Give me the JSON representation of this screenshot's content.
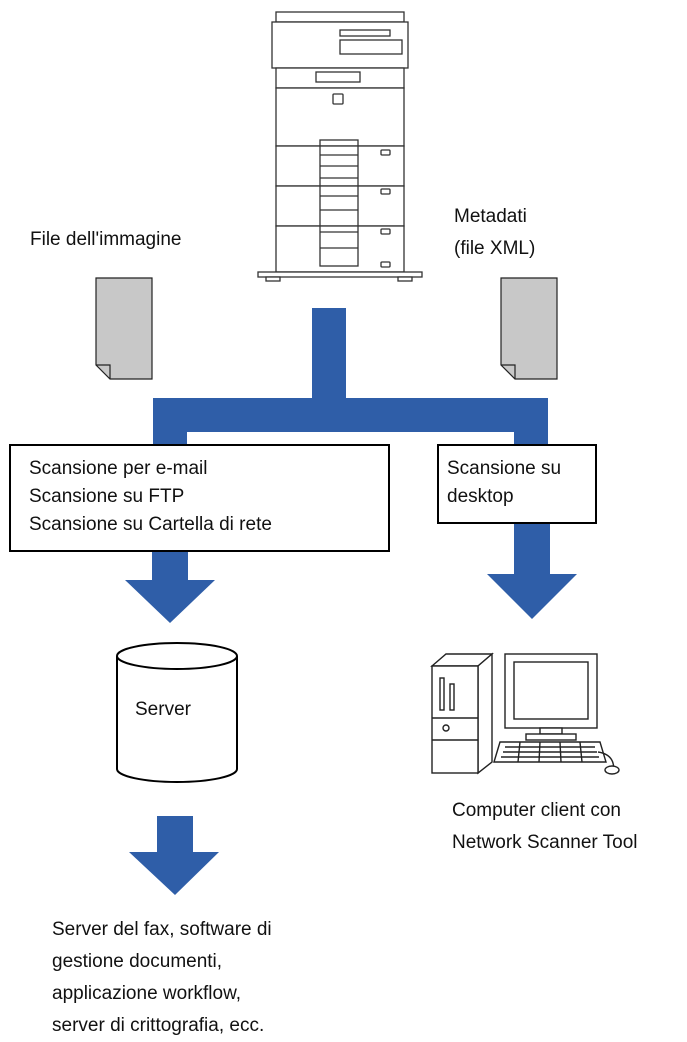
{
  "labels": {
    "image_file": "File dell'immagine",
    "metadata_line1": "Metadati",
    "metadata_line2": "(file XML)",
    "server": "Server",
    "client_line1": "Computer client con",
    "client_line2": "Network Scanner Tool"
  },
  "left_box": {
    "lines": [
      "Scansione per e-mail",
      "Scansione su FTP",
      "Scansione su Cartella di rete"
    ]
  },
  "right_box": {
    "lines": [
      "Scansione su",
      "desktop"
    ]
  },
  "destinations": {
    "lines": [
      "Server del fax, software di",
      "gestione documenti,",
      "applicazione workflow,",
      "server di crittografia, ecc."
    ]
  },
  "colors": {
    "flow": "#2f5ea8",
    "document_fill": "#c8c8c8"
  }
}
